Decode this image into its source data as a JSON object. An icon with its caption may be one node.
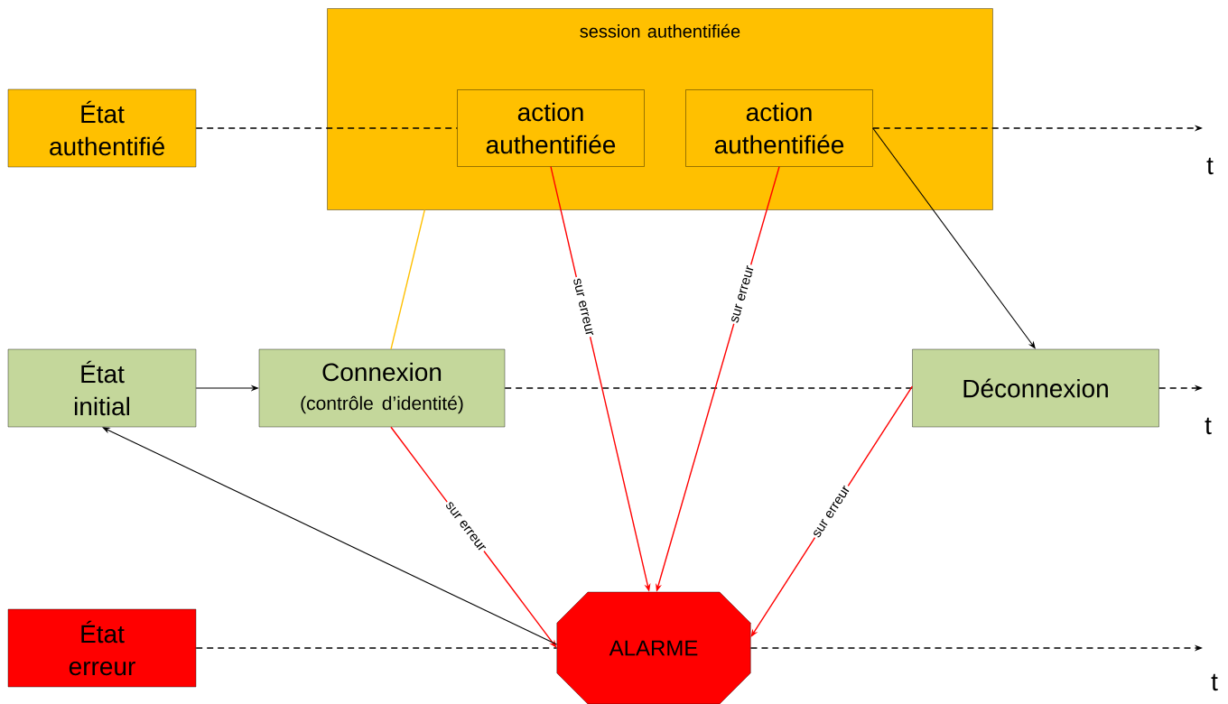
{
  "diagram": {
    "nodes": [
      {
        "text": [
          "État authentifié"
        ]
      },
      {
        "text": [
          "session authentifiée"
        ]
      },
      {
        "text": [
          "action authentifiée"
        ],
        "in": 1
      },
      {
        "text": [
          "action authentifiée"
        ],
        "in": 1
      },
      {
        "text": [
          "État initial"
        ]
      },
      {
        "text": [
          "Connexion",
          "(contrôle d’identité)"
        ]
      },
      {
        "text": [
          "Déconnexion"
        ]
      },
      {
        "text": [
          "État erreur"
        ]
      },
      {
        "text": [
          "ALARME"
        ]
      }
    ],
    "edges": [
      {
        "from": 0,
        "to": 2,
        "arrow": "none",
        "style": "dashed"
      },
      {
        "from": 3,
        "to": null,
        "arrow": "to",
        "style": "dashed"
      },
      {
        "from": 4,
        "to": 5,
        "arrow": "to"
      },
      {
        "from": 5,
        "to": 6,
        "arrow": "none",
        "style": "dashed"
      },
      {
        "from": 6,
        "to": null,
        "arrow": "to",
        "style": "dashed"
      },
      {
        "from": 7,
        "to": 8,
        "arrow": "none",
        "style": "dashed"
      },
      {
        "from": 8,
        "to": null,
        "arrow": "to",
        "style": "dashed"
      },
      {
        "from": 5,
        "to": 1,
        "arrow": "none",
        "color": "#ffc000"
      },
      {
        "from": 2,
        "to": 8,
        "arrow": "to",
        "label": "sur erreur",
        "color": "#ff0000"
      },
      {
        "from": 3,
        "to": 8,
        "arrow": "to",
        "label": "sur erreur",
        "color": "#ff0000"
      },
      {
        "from": 3,
        "to": 6,
        "arrow": "to"
      },
      {
        "from": 5,
        "to": 8,
        "arrow": "to",
        "label": "sur erreur",
        "color": "#ff0000"
      },
      {
        "from": 6,
        "to": 8,
        "arrow": "to",
        "label": "sur erreur",
        "color": "#ff0000"
      },
      {
        "from": 8,
        "to": 4,
        "arrow": "to"
      }
    ],
    "labels": [
      "t",
      "t",
      "t"
    ]
  }
}
